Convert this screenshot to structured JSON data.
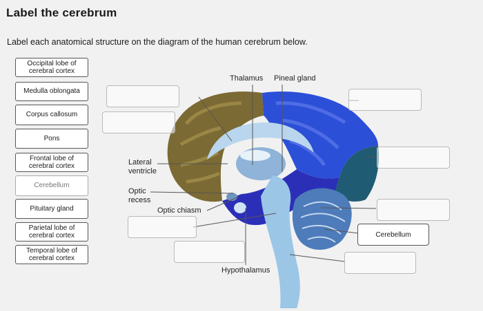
{
  "header": {
    "title": "Label the cerebrum",
    "instructions": "Label each anatomical structure on the diagram of the human cerebrum below."
  },
  "word_bank": [
    "Occipital lobe of cerebral cortex",
    "Medulla oblongata",
    "Corpus callosum",
    "Pons",
    "Frontal lobe of cerebral cortex",
    "Cerebellum",
    "Pituitary gland",
    "Parietal lobe of cerebral cortex",
    "Temporal lobe of cerebral cortex"
  ],
  "diagram_labels": {
    "thalamus": "Thalamus",
    "pineal_gland": "Pineal gland",
    "lateral_ventricle": "Lateral ventricle",
    "optic_recess": "Optic recess",
    "optic_chiasm": "Optic chiasm",
    "hypothalamus": "Hypothalamus"
  },
  "placed_answer": "Cerebellum",
  "colors": {
    "frontal": "#7b6a33",
    "parietal": "#2c4fd8",
    "occipital": "#1f5b73",
    "temporal": "#2b2fb8",
    "brainstem": "#9cc6e6"
  }
}
